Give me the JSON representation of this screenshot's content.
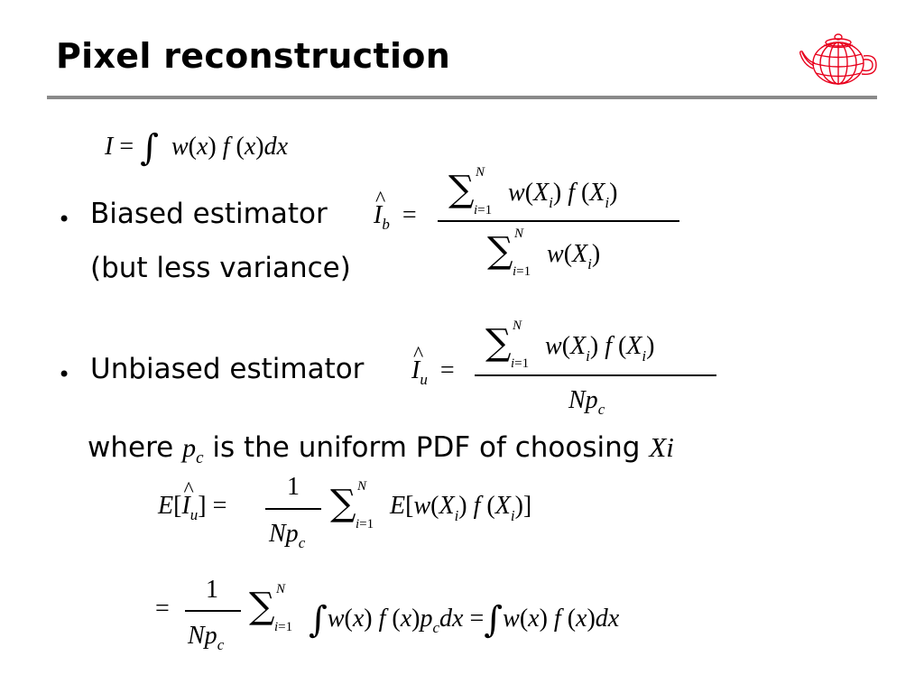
{
  "slide": {
    "title": "Pixel reconstruction",
    "bullet1_line1": "Biased estimator",
    "bullet1_line2": "(but less variance)",
    "bullet2": "Unbiased estimator",
    "where_prefix": "where",
    "where_pc": "p",
    "where_pc_sub": "c",
    "where_middle": "is the uniform PDF of choosing",
    "where_xi": "Xi"
  },
  "formulas": {
    "integral": "I = ∫ w(x) f(x) dx",
    "biased": "Î_b = Σ_{i=1}^{N} w(X_i) f(X_i) / Σ_{i=1}^{N} w(X_i)",
    "unbiased": "Î_u = Σ_{i=1}^{N} w(X_i) f(X_i) / (N p_c)",
    "expectation": "E[Î_u] = 1/(N p_c) Σ_{i=1}^{N} E[w(X_i) f(X_i)]",
    "expectation_result": "= 1/(N p_c) Σ_{i=1}^{N} ∫ w(x) f(x) p_c dx = ∫ w(x) f(x) dx"
  },
  "colors": {
    "rule": "#8a8a8a",
    "logo": "#e8001c"
  },
  "icons": {
    "logo": "teapot-wireframe-icon"
  }
}
